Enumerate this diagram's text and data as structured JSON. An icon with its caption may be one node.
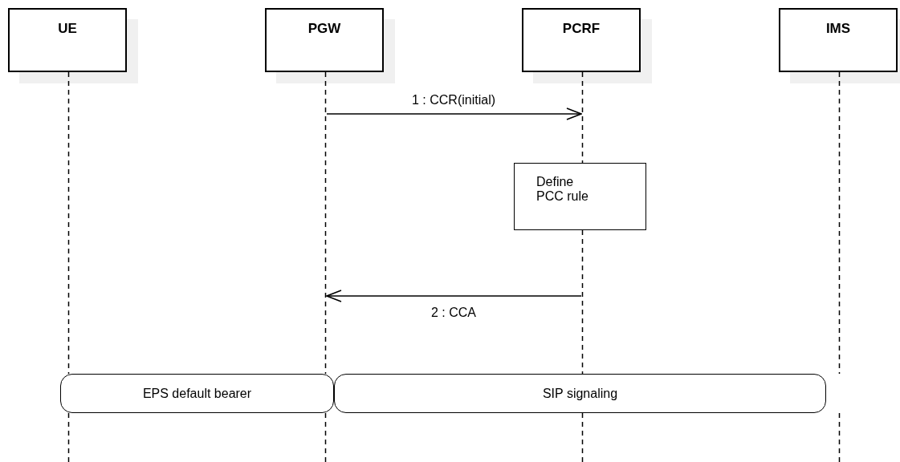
{
  "diagram": {
    "nodes": [
      {
        "text": [
          "UE"
        ]
      },
      {
        "text": [
          "PGW"
        ]
      },
      {
        "text": [
          "PCRF"
        ]
      },
      {
        "text": [
          "IMS"
        ]
      },
      {
        "text": [],
        "shape": "bar"
      },
      {
        "text": [],
        "shape": "bar"
      },
      {
        "text": [],
        "shape": "bar"
      },
      {
        "text": [],
        "shape": "bar"
      },
      {
        "text": [],
        "shape": "bar"
      },
      {
        "text": [
          "Define PCC rule"
        ]
      },
      {
        "text": [
          "EPS default bearer"
        ]
      },
      {
        "text": [
          "SIP signaling"
        ]
      }
    ],
    "edges": [
      {
        "from": 5,
        "to": 6,
        "label": "1 : CCR(initial)",
        "arrow": "to"
      },
      {
        "from": 7,
        "to": 5,
        "label": "2 : CCA",
        "arrow": "to"
      }
    ]
  }
}
